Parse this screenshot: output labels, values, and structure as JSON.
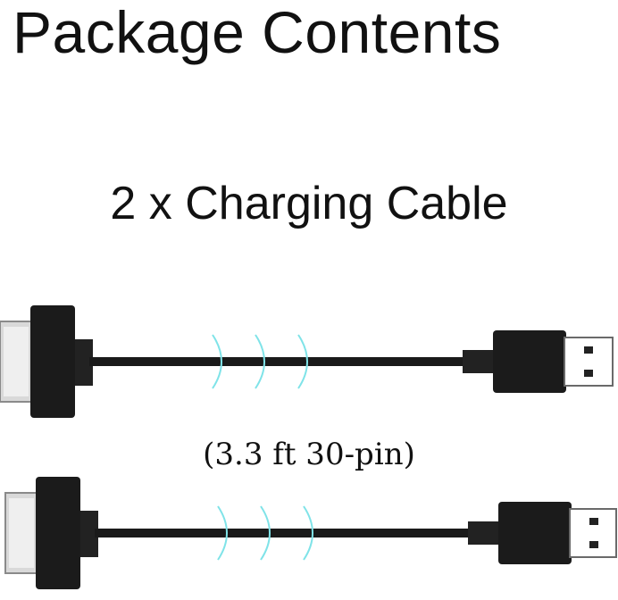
{
  "header": {
    "title": "Package Contents"
  },
  "product": {
    "quantity_label": "2 x Charging Cable",
    "spec_label": "(3.3 ft 30-pin)"
  },
  "colors": {
    "text": "#111111",
    "cable": "#1a1a1a",
    "plug_metal": "#d9d9d9",
    "coil_accent": "#7fe3e8"
  },
  "icons": [
    "30-pin-connector-icon",
    "usb-a-connector-icon",
    "cable-coil-icon"
  ]
}
